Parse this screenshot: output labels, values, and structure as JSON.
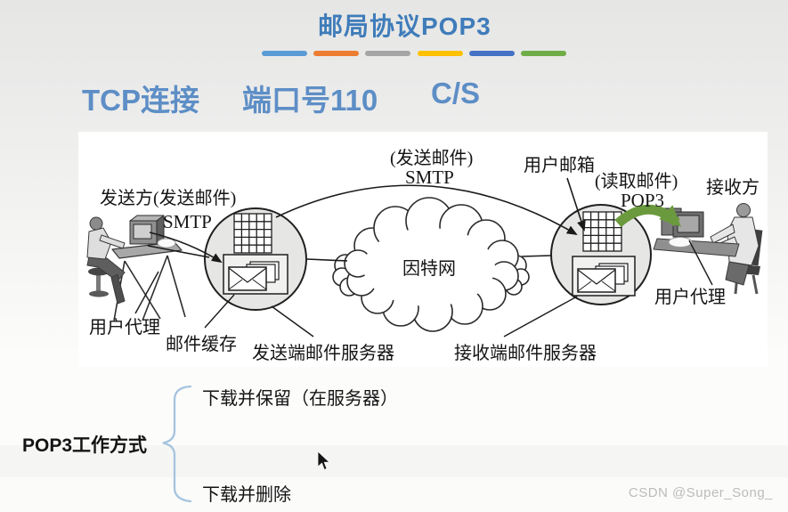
{
  "title": "邮局协议POP3",
  "accent_dashes": [
    "#5b9bd5",
    "#ed7d31",
    "#a5a5a5",
    "#ffc000",
    "#4472c4",
    "#70ad47"
  ],
  "theme": {
    "title_color": "#3f7cba",
    "subtitle_color": "#5d8ec6",
    "brace_color": "#a5c4de",
    "watermark_color": "#bcbcbc"
  },
  "subtitle": {
    "items": [
      "TCP连接",
      "端口号110",
      "C/S"
    ]
  },
  "diagram": {
    "labels": {
      "sender": "发送方(发送邮件)",
      "sender_protocol": "SMTP",
      "transfer_action": "(发送邮件)",
      "transfer_protocol": "SMTP",
      "user_mailbox": "用户邮箱",
      "read_action": "(读取邮件)",
      "read_protocol": "POP3",
      "receiver": "接收方",
      "sender_user_agent": "用户代理",
      "mail_cache": "邮件缓存",
      "sending_server": "发送端邮件服务器",
      "receiving_server": "接收端邮件服务器",
      "receiver_user_agent": "用户代理",
      "internet": "因特网"
    },
    "colors": {
      "pop3_arrow": "#6b9a3e",
      "server_fill": "#e6e6e4",
      "line_color": "#1a1a1a"
    }
  },
  "bottom": {
    "heading": "POP3工作方式",
    "modes": [
      "下载并保留（在服务器）",
      "下载并删除"
    ]
  },
  "watermark": "CSDN @Super_Song_"
}
